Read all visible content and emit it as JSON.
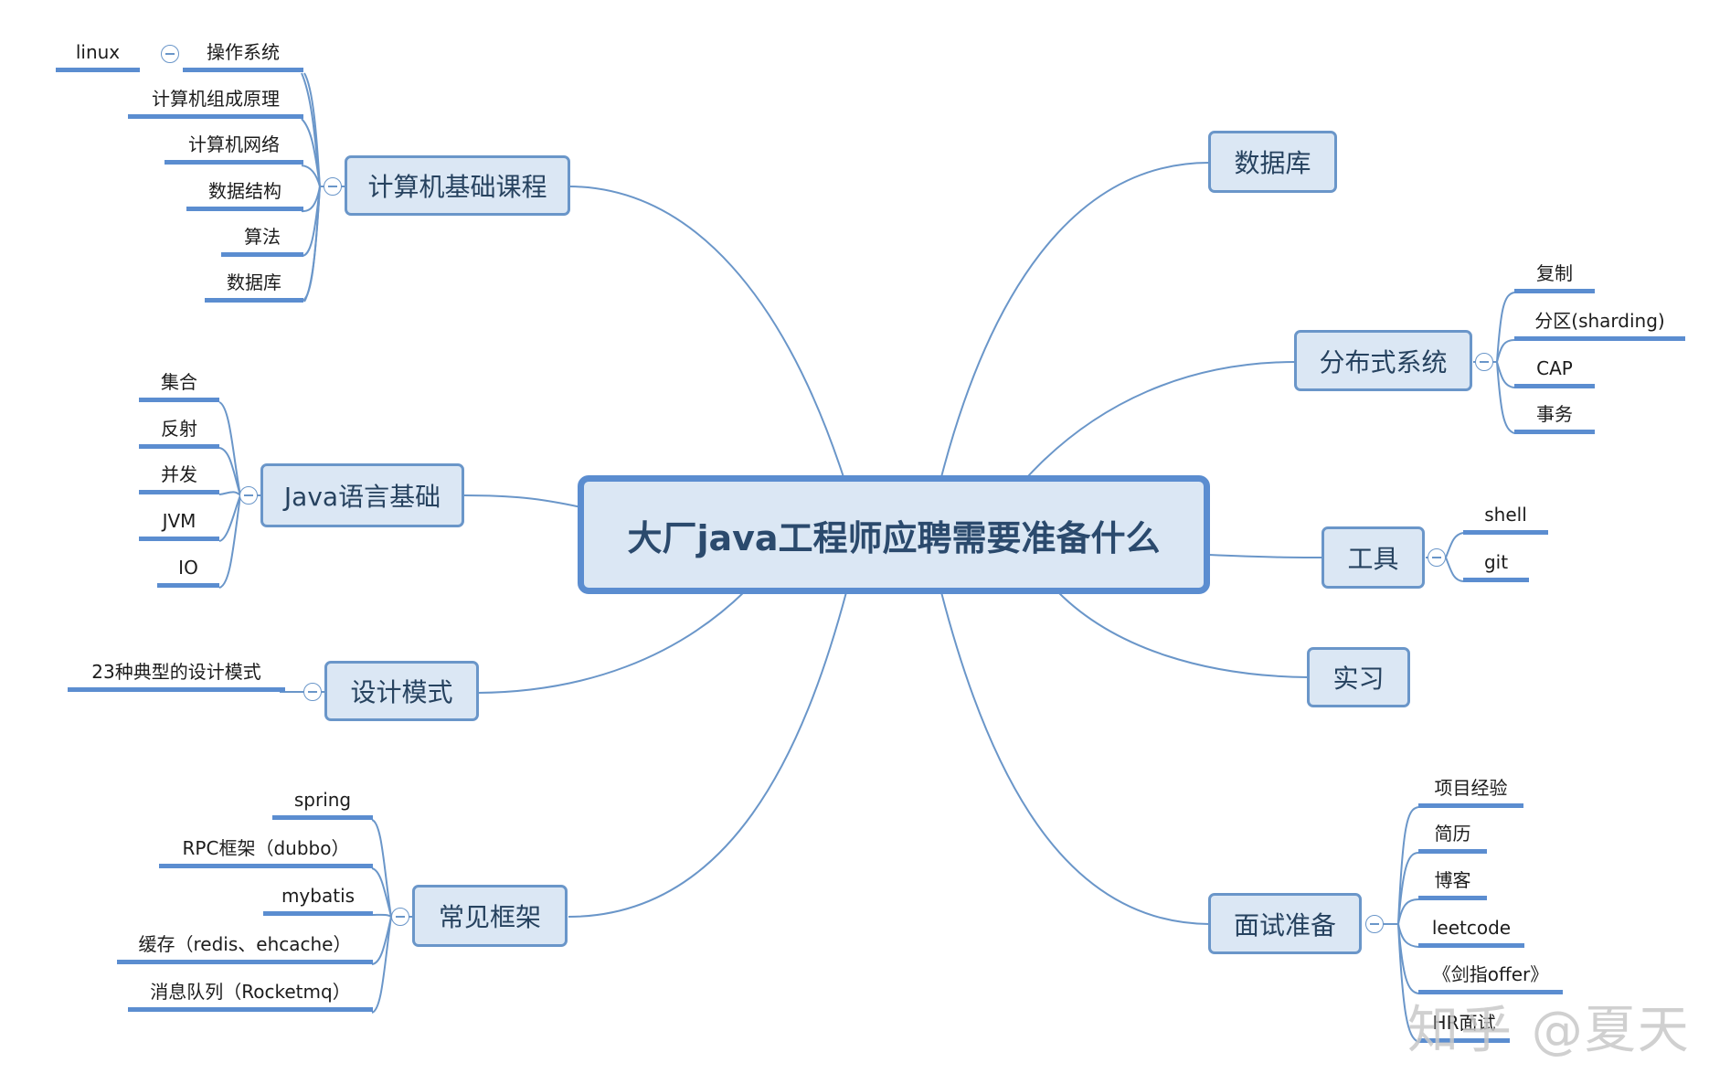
{
  "center": "大厂java工程师应聘需要准备什么",
  "branches": {
    "cs": {
      "label": "计算机基础课程",
      "children": [
        "操作系统",
        "计算机组成原理",
        "计算机网络",
        "数据结构",
        "算法",
        "数据库"
      ],
      "os_child": "linux"
    },
    "java": {
      "label": "Java语言基础",
      "children": [
        "集合",
        "反射",
        "并发",
        "JVM",
        "IO"
      ]
    },
    "design": {
      "label": "设计模式",
      "children": [
        "23种典型的设计模式"
      ]
    },
    "framework": {
      "label": "常见框架",
      "children": [
        "spring",
        "RPC框架（dubbo）",
        "mybatis",
        "缓存（redis、ehcache）",
        "消息队列（Rocketmq）"
      ]
    },
    "database": {
      "label": "数据库"
    },
    "distributed": {
      "label": "分布式系统",
      "children": [
        "复制",
        "分区(sharding)",
        "CAP",
        "事务"
      ]
    },
    "tools": {
      "label": "工具",
      "children": [
        "shell",
        "git"
      ]
    },
    "internship": {
      "label": "实习"
    },
    "interview": {
      "label": "面试准备",
      "children": [
        "项目经验",
        "简历",
        "博客",
        "leetcode",
        "《剑指offer》",
        "HR面试"
      ]
    }
  },
  "watermark": "知乎 @夏天",
  "colors": {
    "node_fill": "#dbe7f4",
    "node_border": "#6a96c9",
    "connector": "#6a96c9",
    "leaf_underline": "#5b8dd0"
  }
}
